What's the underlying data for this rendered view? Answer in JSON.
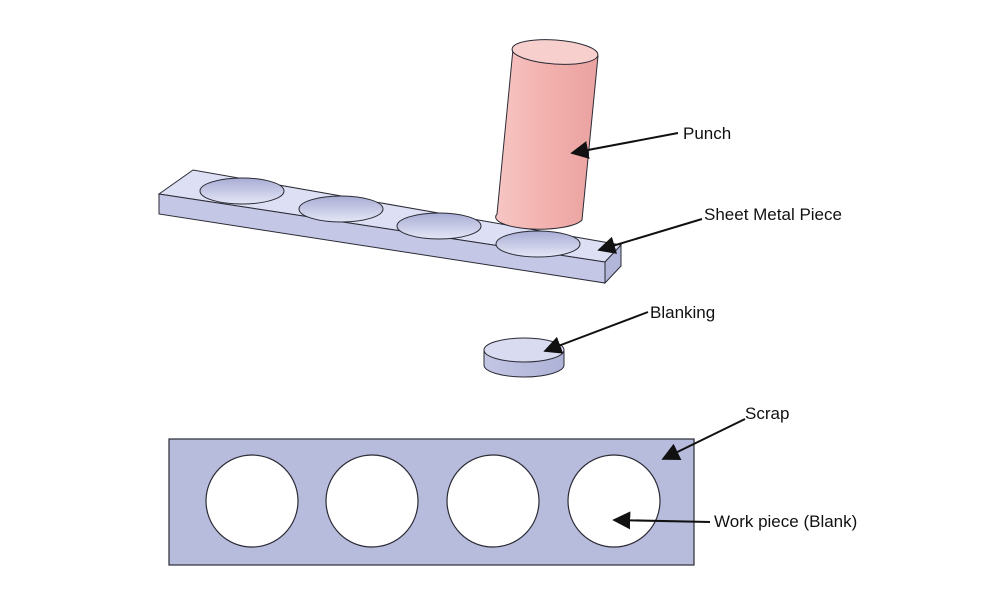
{
  "labels": {
    "punch": "Punch",
    "sheet": "Sheet Metal Piece",
    "blanking": "Blanking",
    "scrap": "Scrap",
    "workpiece": "Work piece (Blank)"
  },
  "colors": {
    "punch_fill": "#f4b7b5",
    "punch_top": "#f7cfcd",
    "sheet_top": "#dde0f4",
    "sheet_front": "#c4c8e6",
    "sheet_side": "#b2b6d8",
    "hole_fill": "#c9cce8",
    "scrap_fill": "#b8bcdc",
    "outline": "#2a2a35",
    "arrow": "#111111"
  }
}
